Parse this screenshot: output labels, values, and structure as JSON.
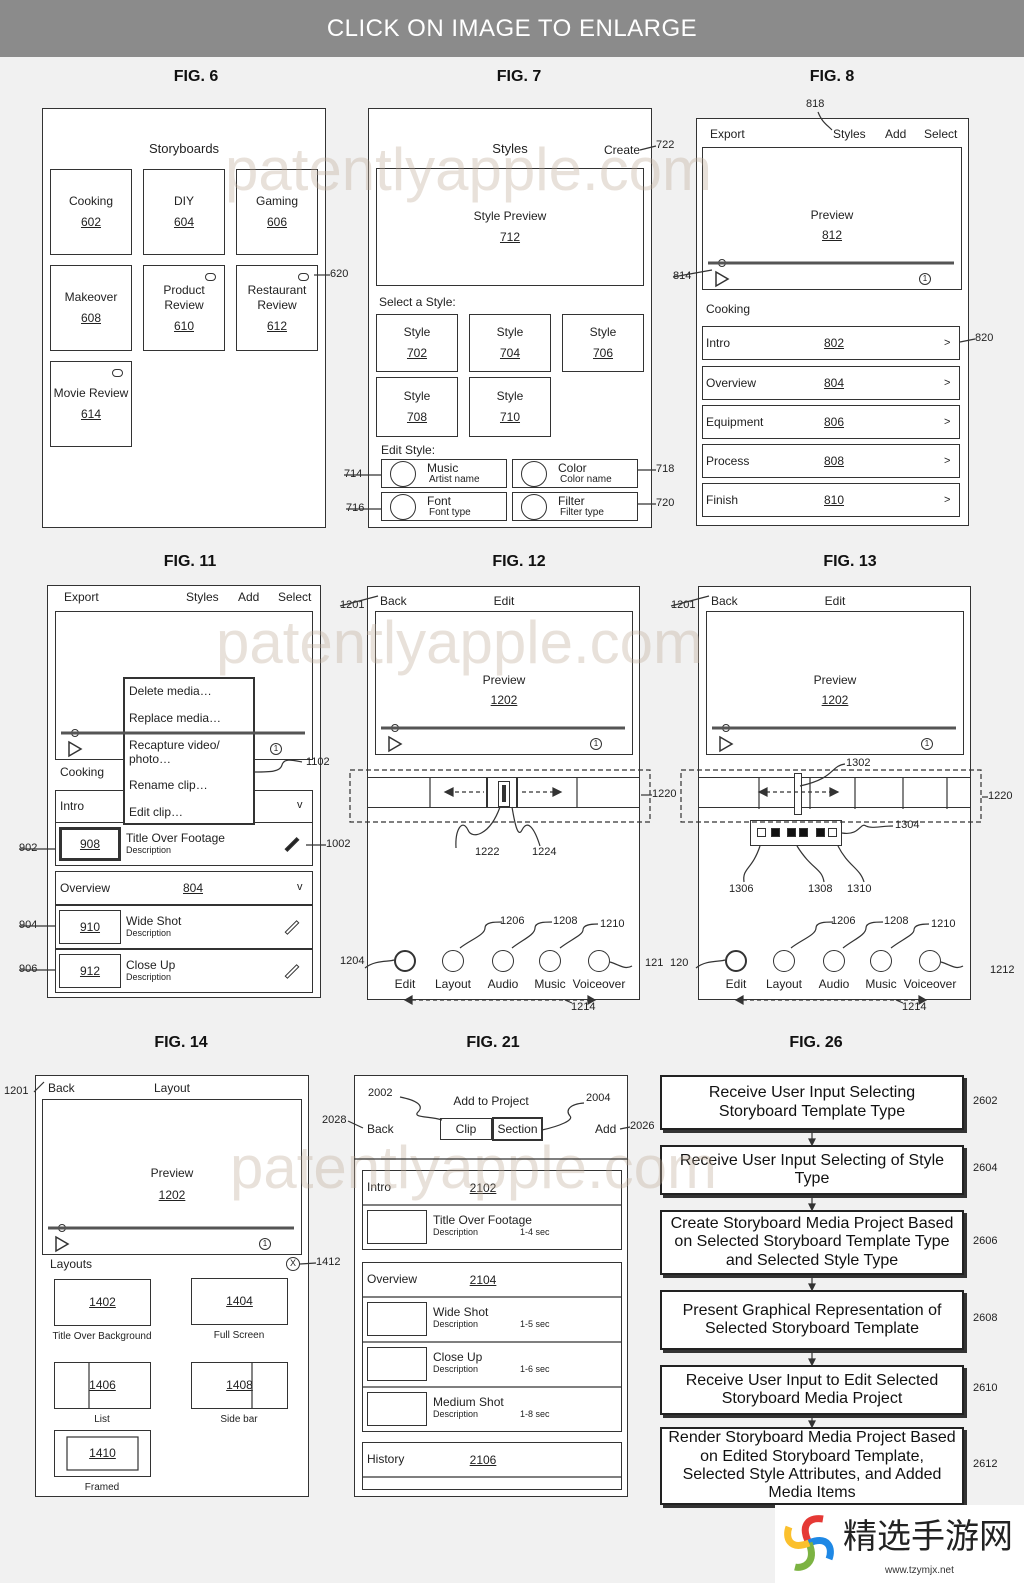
{
  "banner": "CLICK ON IMAGE TO ENLARGE",
  "watermark": "patentlyapple.com",
  "logo": {
    "name": "精选手游网",
    "url": "www.tzymjx.net"
  },
  "common": {
    "preview": "Preview",
    "description": "Description",
    "back": "Back",
    "play_icon": "play-icon",
    "info_icon": "info-icon"
  },
  "fig6": {
    "title": "FIG. 6",
    "header": "Storyboards",
    "callout": "620",
    "tiles": [
      {
        "label": "Cooking",
        "ref": "602"
      },
      {
        "label": "DIY",
        "ref": "604"
      },
      {
        "label": "Gaming",
        "ref": "606"
      },
      {
        "label": "Makeover",
        "ref": "608"
      },
      {
        "label": "Product Review",
        "ref": "610"
      },
      {
        "label": "Restaurant Review",
        "ref": "612"
      },
      {
        "label": "Movie Review",
        "ref": "614"
      }
    ]
  },
  "fig7": {
    "title": "FIG. 7",
    "header": "Styles",
    "create": "Create",
    "callout_create": "722",
    "preview_label": "Style Preview",
    "preview_ref": "712",
    "select_label": "Select a Style:",
    "styles": [
      {
        "label": "Style",
        "ref": "702"
      },
      {
        "label": "Style",
        "ref": "704"
      },
      {
        "label": "Style",
        "ref": "706"
      },
      {
        "label": "Style",
        "ref": "708"
      },
      {
        "label": "Style",
        "ref": "710"
      }
    ],
    "edit_label": "Edit Style:",
    "edits": [
      {
        "title": "Music",
        "sub": "Artist name",
        "callout": "714"
      },
      {
        "title": "Color",
        "sub": "Color name",
        "callout": "718"
      },
      {
        "title": "Font",
        "sub": "Font type",
        "callout": "716"
      },
      {
        "title": "Filter",
        "sub": "Filter type",
        "callout": "720"
      }
    ]
  },
  "fig8": {
    "title": "FIG. 8",
    "nav": [
      "Export",
      "Styles",
      "Add",
      "Select"
    ],
    "callout_nav": "818",
    "preview_ref": "812",
    "callout_slider": "814",
    "section": "Cooking",
    "callout_row": "820",
    "chevron": ">",
    "rows": [
      {
        "label": "Intro",
        "ref": "802"
      },
      {
        "label": "Overview",
        "ref": "804"
      },
      {
        "label": "Equipment",
        "ref": "806"
      },
      {
        "label": "Process",
        "ref": "808"
      },
      {
        "label": "Finish",
        "ref": "810"
      }
    ]
  },
  "fig11": {
    "title": "FIG. 11",
    "nav": [
      "Export",
      "Styles",
      "Add",
      "Select"
    ],
    "menu": [
      "Delete media…",
      "Replace media…",
      "Recapture video/ photo…",
      "Rename clip…",
      "Edit clip…"
    ],
    "callout_menu": "1102",
    "section": "Cooking",
    "expand": "v",
    "intro": "Intro",
    "overview": "Overview",
    "overview_ref": "804",
    "callout_pencil": "1002",
    "clips": [
      {
        "ref": "908",
        "title": "Title Over Footage",
        "callout": "902"
      },
      {
        "ref": "910",
        "title": "Wide Shot",
        "callout": "904"
      },
      {
        "ref": "912",
        "title": "Close Up",
        "callout": "906"
      }
    ]
  },
  "fig12": {
    "title": "FIG. 12",
    "header": "Edit",
    "preview_ref": "1202",
    "callout_back": "1201",
    "callouts": {
      "timeline": "1220",
      "left_handle": "1222",
      "right_handle": "1224",
      "edit": "1204",
      "layout": "1206",
      "audio": "1208",
      "music": "1210",
      "voiceover": "121",
      "scroll": "1214"
    },
    "buttons": [
      "Edit",
      "Layout",
      "Audio",
      "Music",
      "Voiceover"
    ]
  },
  "fig13": {
    "title": "FIG. 13",
    "header": "Edit",
    "preview_ref": "1202",
    "callout_back": "1201",
    "callouts": {
      "scrubber": "1302",
      "pattern": "1304",
      "start": "1306",
      "beats": "1308",
      "end": "1310",
      "timeline": "1220",
      "edit": "120",
      "layout": "1206",
      "audio": "1208",
      "music": "1210",
      "voiceover": "1212",
      "scroll": "1214"
    },
    "buttons": [
      "Edit",
      "Layout",
      "Audio",
      "Music",
      "Voiceover"
    ]
  },
  "fig14": {
    "title": "FIG. 14",
    "header": "Layout",
    "preview_ref": "1202",
    "callout_back": "1201",
    "layouts_label": "Layouts",
    "close": "X",
    "callout_close": "1412",
    "layouts": [
      {
        "ref": "1402",
        "label": "Title Over Background"
      },
      {
        "ref": "1404",
        "label": "Full Screen"
      },
      {
        "ref": "1406",
        "label": "List"
      },
      {
        "ref": "1408",
        "label": "Side bar"
      },
      {
        "ref": "1410",
        "label": "Framed"
      }
    ]
  },
  "fig21": {
    "title": "FIG. 21",
    "header": "Add to Project",
    "add": "Add",
    "segments": [
      "Clip",
      "Section"
    ],
    "callouts": {
      "clip": "2002",
      "section": "2004",
      "back": "2028",
      "add": "2026"
    },
    "sections": [
      {
        "label": "Intro",
        "ref": "2102",
        "clips": [
          {
            "title": "Title Over Footage",
            "duration": "1-4 sec"
          }
        ]
      },
      {
        "label": "Overview",
        "ref": "2104",
        "clips": [
          {
            "title": "Wide Shot",
            "duration": "1-5 sec"
          },
          {
            "title": "Close Up",
            "duration": "1-6 sec"
          },
          {
            "title": "Medium Shot",
            "duration": "1-8 sec"
          }
        ]
      },
      {
        "label": "History",
        "ref": "2106",
        "clips": []
      }
    ]
  },
  "fig26": {
    "title": "FIG. 26",
    "steps": [
      {
        "text": "Receive User Input Selecting Storyboard Template Type",
        "ref": "2602"
      },
      {
        "text": "Receive User Input Selecting of Style Type",
        "ref": "2604"
      },
      {
        "text": "Create Storyboard Media Project Based on Selected Storyboard Template Type and Selected Style Type",
        "ref": "2606"
      },
      {
        "text": "Present Graphical Representation of Selected Storyboard Template",
        "ref": "2608"
      },
      {
        "text": "Receive User Input to Edit Selected Storyboard Media Project",
        "ref": "2610"
      },
      {
        "text": "Render Storyboard Media Project Based on Edited Storyboard Template, Selected Style Attributes, and Added Media Items",
        "ref": "2612"
      }
    ]
  }
}
